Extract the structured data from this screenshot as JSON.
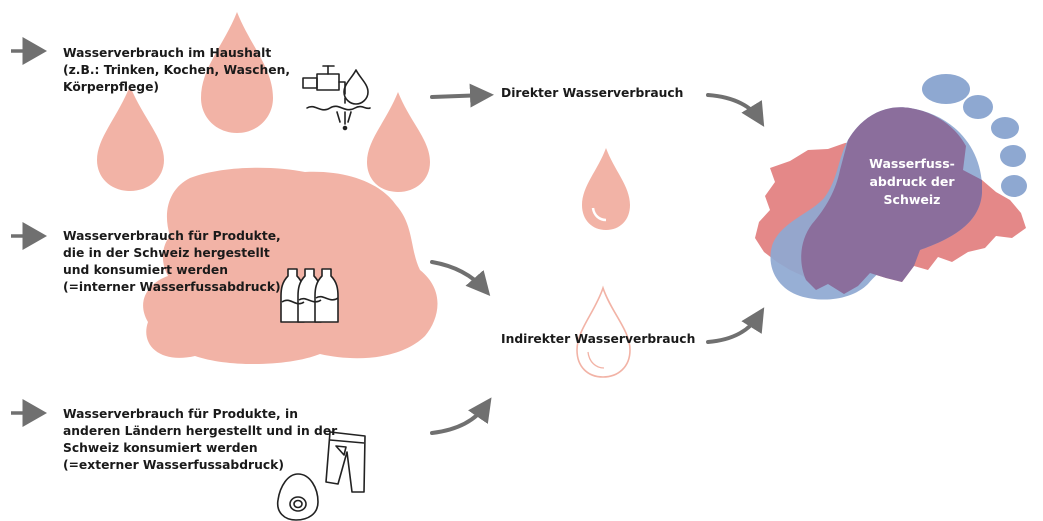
{
  "sources": {
    "household": {
      "lines": [
        "Wasserverbrauch im Haushalt",
        "(z.B.: Trinken, Kochen, Waschen,",
        "Körperpflege)"
      ],
      "icon": "faucet-hand-icon"
    },
    "internal": {
      "lines": [
        "Wasserverbrauch für Produkte,",
        "die in der Schweiz hergestellt",
        "und konsumiert werden",
        "(=interner Wasserfussabdruck)"
      ],
      "icon": "bottles-icon"
    },
    "external": {
      "lines": [
        "Wasserverbrauch für Produkte, in",
        "anderen Ländern hergestellt und in der",
        "Schweiz konsumiert werden",
        "(=externer Wasserfussabdruck)"
      ],
      "icons": [
        "jeans-icon",
        "avocado-icon"
      ]
    }
  },
  "categories": {
    "direct": "Direkter Wasserverbrauch",
    "indirect": "Indirekter Wasserverbrauch"
  },
  "result": {
    "lines": [
      "Wasserfuss-",
      "abdruck der",
      "Schweiz"
    ]
  },
  "colors": {
    "pink": "#f2b3a6",
    "switzerland_red": "#e48888",
    "foot_blue": "#8ea8d1",
    "overlap_purple": "#8b6e9c",
    "arrow_gray": "#707070"
  }
}
